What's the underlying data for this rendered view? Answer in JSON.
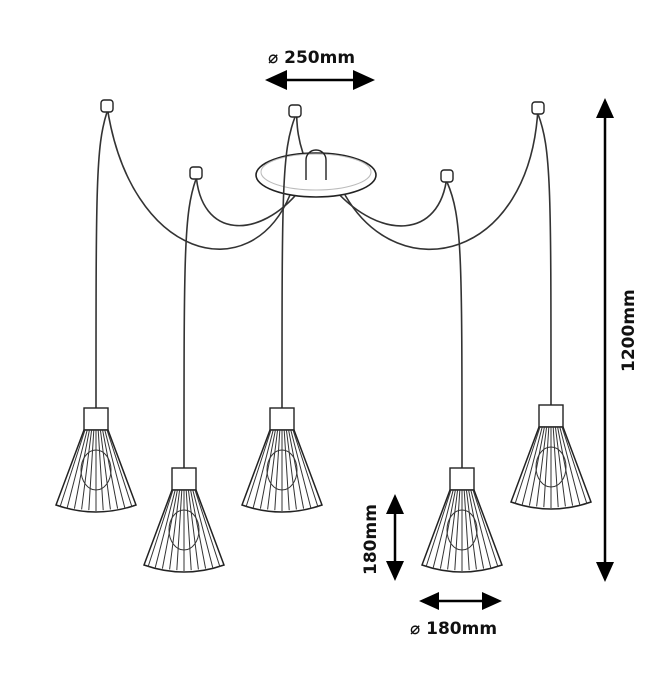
{
  "dimensions": {
    "canopy_diameter": "⌀ 250mm",
    "total_height": "1200mm",
    "shade_height": "180mm",
    "shade_diameter": "⌀ 180mm"
  },
  "colors": {
    "line": "#222222",
    "arrow": "#000000"
  }
}
